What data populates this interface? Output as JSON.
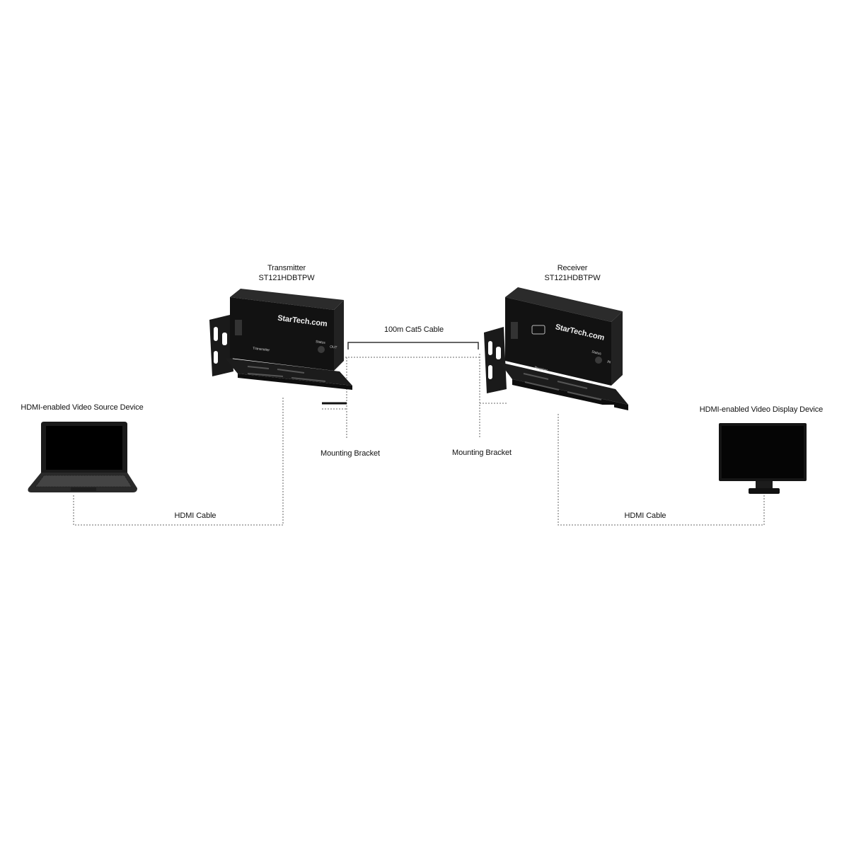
{
  "transmitter": {
    "title": "Transmitter",
    "model": "ST121HDBTPW",
    "brand": "StarTech.com",
    "face_label": "Transmitter",
    "status_label": "Status",
    "out_label": "OUT"
  },
  "receiver": {
    "title": "Receiver",
    "model": "ST121HDBTPW",
    "brand": "StarTech.com",
    "face_label": "Receiver",
    "status_label": "Status",
    "in_label": "IN"
  },
  "source": {
    "label": "HDMI-enabled Video Source Device"
  },
  "display": {
    "label": "HDMI-enabled Video Display Device"
  },
  "cables": {
    "cat5": "100m Cat5 Cable",
    "hdmi_left": "HDMI Cable",
    "hdmi_right": "HDMI Cable"
  },
  "brackets": {
    "left": "Mounting Bracket",
    "right": "Mounting Bracket"
  },
  "colors": {
    "background": "#ffffff",
    "device": "#141414",
    "device_edge": "#3a3a3a",
    "connector": "#888888"
  }
}
